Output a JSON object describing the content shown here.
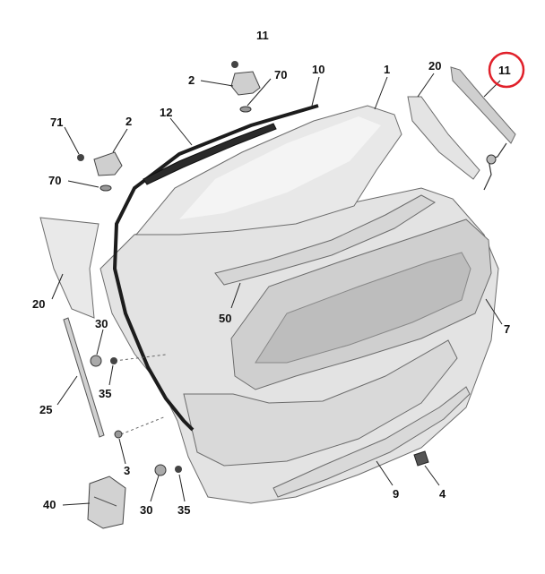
{
  "labels": {
    "top_cut": "11",
    "p2_top": "2",
    "p70_top": "70",
    "p10": "10",
    "p1": "1",
    "p20_right": "20",
    "p11_circled": "11",
    "p71": "71",
    "p2_left": "2",
    "p12": "12",
    "p70_left": "70",
    "p20_left": "20",
    "p50": "50",
    "p7": "7",
    "p30_upper": "30",
    "p35_upper": "35",
    "p25": "25",
    "p3": "3",
    "p40": "40",
    "p30_lower": "30",
    "p35_lower": "35",
    "p9": "9",
    "p4": "4"
  },
  "colors": {
    "part_fill": "#e6e6e6",
    "part_shade": "#cfcfcf",
    "seal": "#1c1c1c",
    "highlight_circle": "#e0202a"
  }
}
